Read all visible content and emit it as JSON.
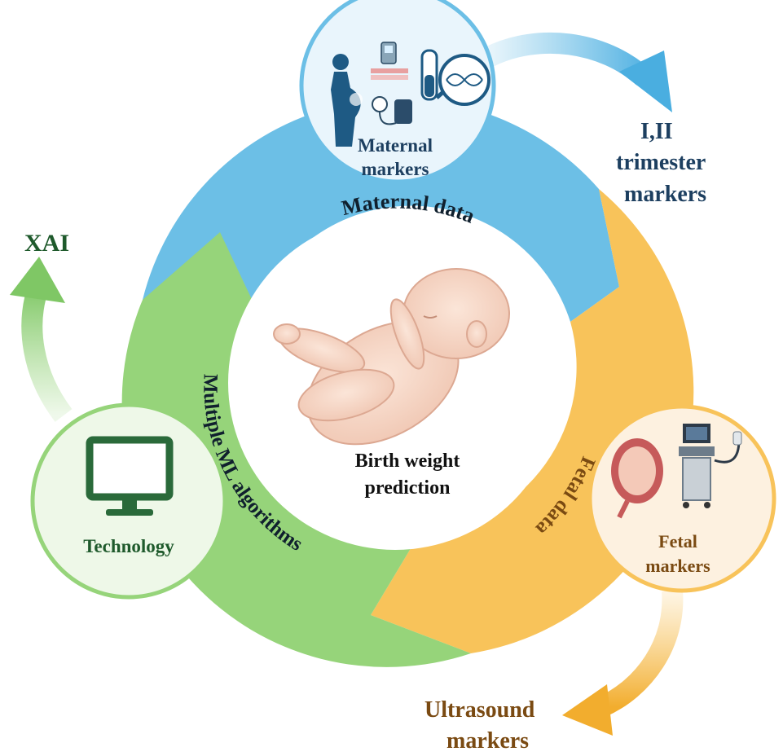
{
  "center": {
    "line1": "Birth weight",
    "line2": "prediction"
  },
  "ring": {
    "maternal_label": "Maternal data",
    "fetal_label": "Fetal data",
    "ml_label": "Multiple ML algorithms"
  },
  "nodes": {
    "maternal": {
      "line1": "Maternal",
      "line2": "markers"
    },
    "fetal": {
      "line1": "Fetal",
      "line2": "markers"
    },
    "technology": {
      "label": "Technology"
    }
  },
  "outputs": {
    "trimester": {
      "line1": "I,II",
      "line2": "trimester",
      "line3": "markers"
    },
    "ultrasound": {
      "line1": "Ultrasound",
      "line2": "markers"
    },
    "xai": {
      "label": "XAI"
    }
  },
  "colors": {
    "maternal": "#6cbfe6",
    "fetal": "#f8c35a",
    "ml": "#96d47a",
    "dark_blue": "#1d3f60",
    "dark_green": "#1f5a2c",
    "brown": "#7a4a12"
  }
}
